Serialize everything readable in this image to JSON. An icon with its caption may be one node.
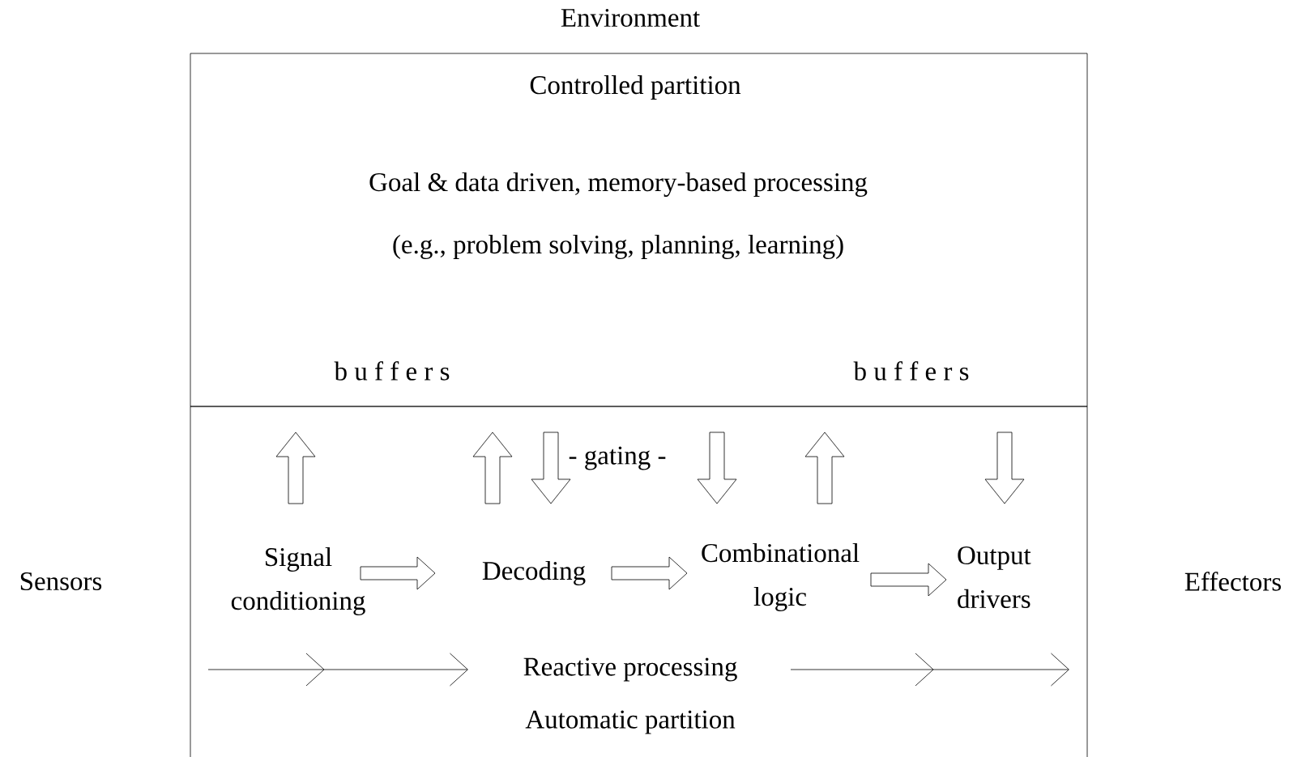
{
  "diagram": {
    "nodes": [
      {
        "text": [
          "Controlled partition",
          "Goal & data driven, memory-based processing",
          "(e.g., problem solving, planning, learning)"
        ]
      },
      {
        "text": [
          "b u f f e r s"
        ],
        "in": 0
      },
      {
        "text": [
          "b u f f e r s"
        ],
        "in": 0
      },
      {
        "text": [
          "Automatic partition"
        ]
      },
      {
        "text": [
          "Signal conditioning"
        ],
        "in": 3
      },
      {
        "text": [
          "Decoding"
        ],
        "in": 3
      },
      {
        "text": [
          "Combinational logic"
        ],
        "in": 3
      },
      {
        "text": [
          "Output drivers"
        ],
        "in": 3
      },
      {
        "text": [
          "Reactive processing"
        ],
        "in": 3
      }
    ],
    "edges": [
      {
        "from": 4,
        "to": 1,
        "arrow": "to",
        "style": "thick"
      },
      {
        "from": 5,
        "to": 1,
        "arrow": "to",
        "style": "thick"
      },
      {
        "from": 0,
        "to": 5,
        "arrow": "to",
        "style": "thick"
      },
      {
        "from": 0,
        "to": 6,
        "arrow": "to",
        "style": "thick"
      },
      {
        "from": 6,
        "to": 2,
        "arrow": "to",
        "style": "thick"
      },
      {
        "from": 2,
        "to": 7,
        "arrow": "to",
        "style": "thick"
      },
      {
        "from": 4,
        "to": 5,
        "arrow": "to",
        "style": "thick"
      },
      {
        "from": 5,
        "to": 6,
        "arrow": "to",
        "style": "thick"
      },
      {
        "from": 6,
        "to": 7,
        "arrow": "to",
        "style": "thick"
      },
      {
        "from": null,
        "to": 8,
        "arrow": "to"
      },
      {
        "from": 8,
        "to": null,
        "arrow": "to"
      }
    ],
    "labels": [
      "Environment",
      "- gating -",
      "Sensors",
      "Effectors"
    ]
  }
}
